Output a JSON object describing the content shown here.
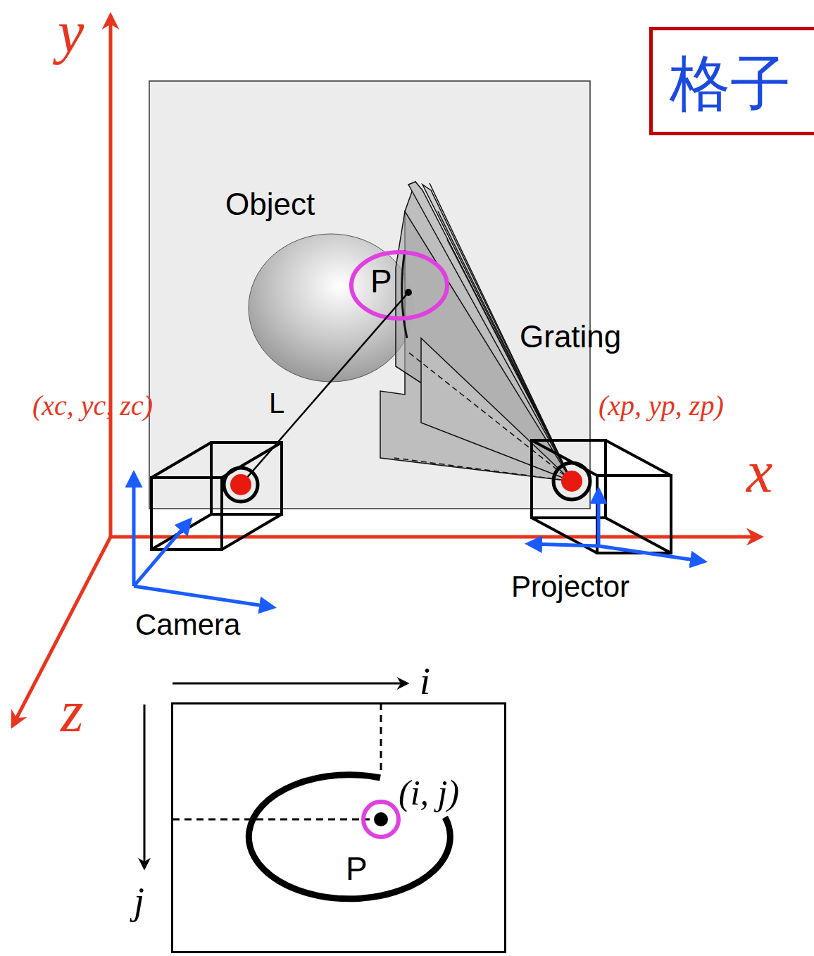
{
  "diagram": {
    "nodes": [
      {
        "text": [
          "格子"
        ]
      },
      {
        "text": [
          "(i, j)",
          "P"
        ]
      }
    ],
    "labels": [
      "y",
      "Object",
      "P",
      "Grating",
      "(xc, yc, zc)",
      "L",
      "(xp, yp, zp)",
      "x",
      "Projector",
      "Camera",
      "z",
      "i",
      "j"
    ]
  }
}
